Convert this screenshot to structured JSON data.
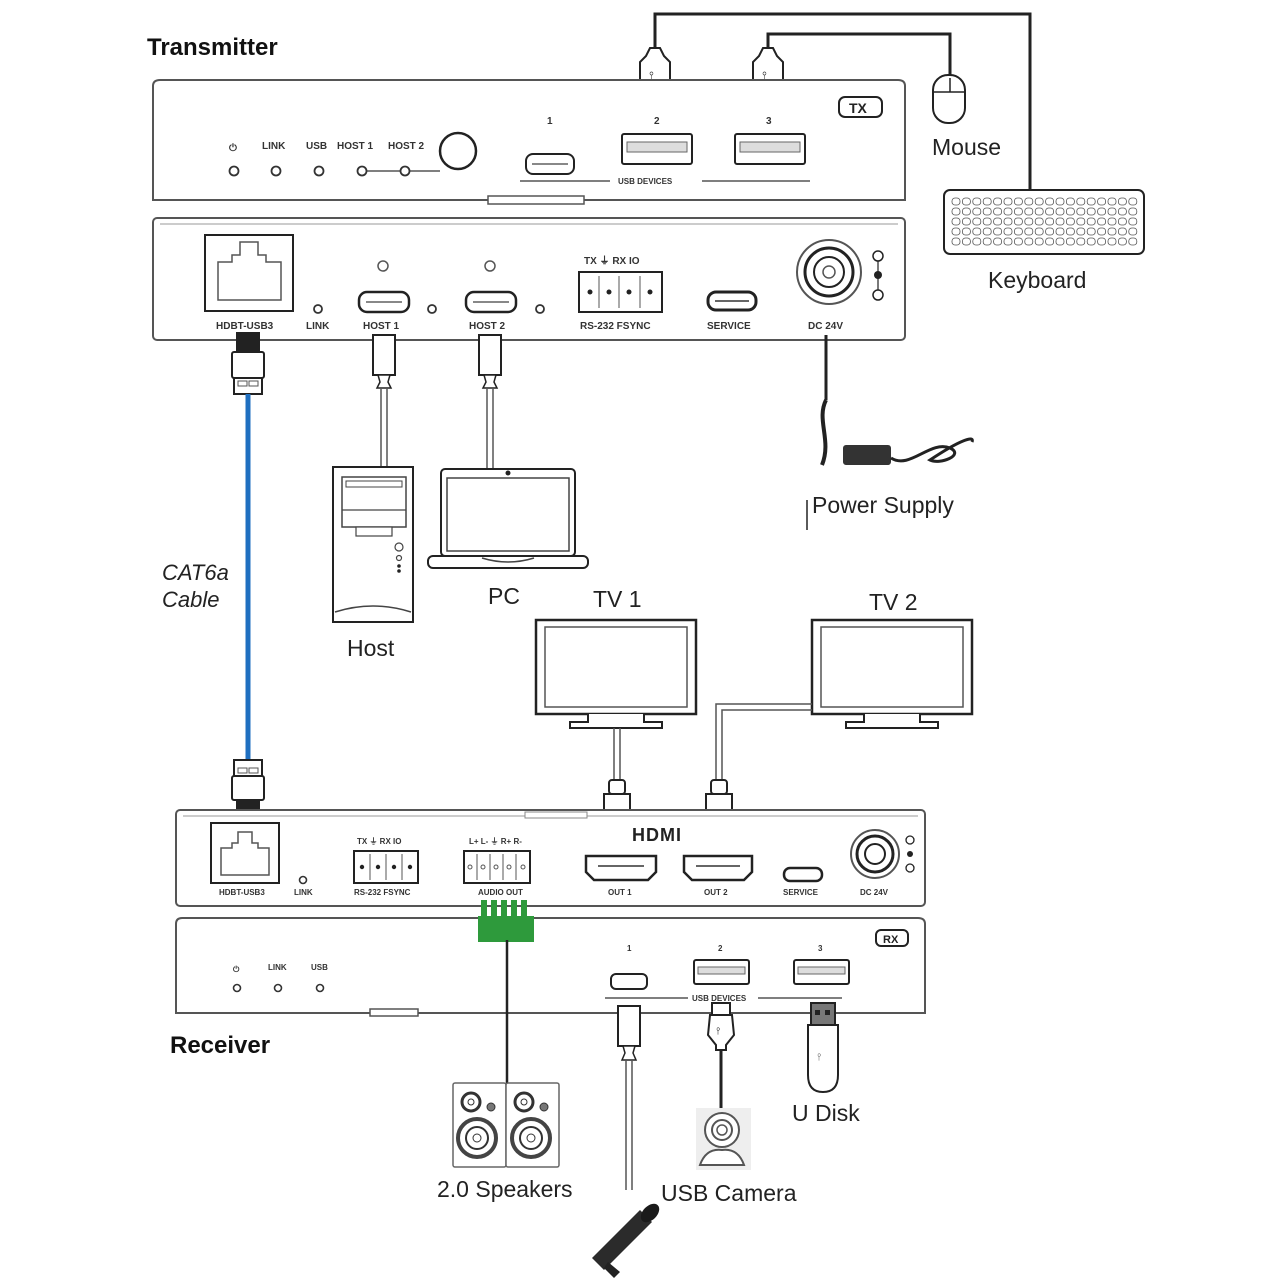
{
  "transmitter": {
    "title": "Transmitter",
    "badge": "TX",
    "front_panel": {
      "leds": [
        "⏻",
        "LINK",
        "USB",
        "HOST 1",
        "HOST 2"
      ],
      "usb_port_numbers": [
        "1",
        "2",
        "3"
      ],
      "usb_group_label": "USB DEVICES"
    },
    "rear_panel": {
      "ports": {
        "hdbt": "HDBT-USB3",
        "link": "LINK",
        "host1": "HOST 1",
        "host2": "HOST 2",
        "rs232": "RS-232  FSYNC",
        "rs232_pins": "TX  ⏚  RX  IO",
        "service": "SERVICE",
        "dc": "DC 24V"
      }
    }
  },
  "receiver": {
    "title": "Receiver",
    "badge": "RX",
    "rear_panel": {
      "ports": {
        "hdbt": "HDBT-USB3",
        "link": "LINK",
        "rs232": "RS-232  FSYNC",
        "rs232_pins": "TX  ⏚  RX  IO",
        "audio": "AUDIO OUT",
        "audio_pins": "L+  L-  ⏚  R+  R-",
        "hdmi_logo": "HDMI",
        "out1": "OUT 1",
        "out2": "OUT 2",
        "service": "SERVICE",
        "dc": "DC 24V"
      }
    },
    "front_panel": {
      "leds": [
        "⏻",
        "LINK",
        "USB"
      ],
      "usb_port_numbers": [
        "1",
        "2",
        "3"
      ],
      "usb_group_label": "USB DEVICES"
    }
  },
  "devices": {
    "mouse": "Mouse",
    "keyboard": "Keyboard",
    "power_supply": "Power Supply",
    "host": "Host",
    "pc": "PC",
    "tv1": "TV 1",
    "tv2": "TV 2",
    "speakers": "2.0 Speakers",
    "usb_camera": "USB Camera",
    "u_disk": "U Disk"
  },
  "cable": {
    "line1": "CAT6a",
    "line2": "Cable",
    "color": "#1f6fc0"
  },
  "colors": {
    "audio_connector": "#2e9a3c"
  }
}
